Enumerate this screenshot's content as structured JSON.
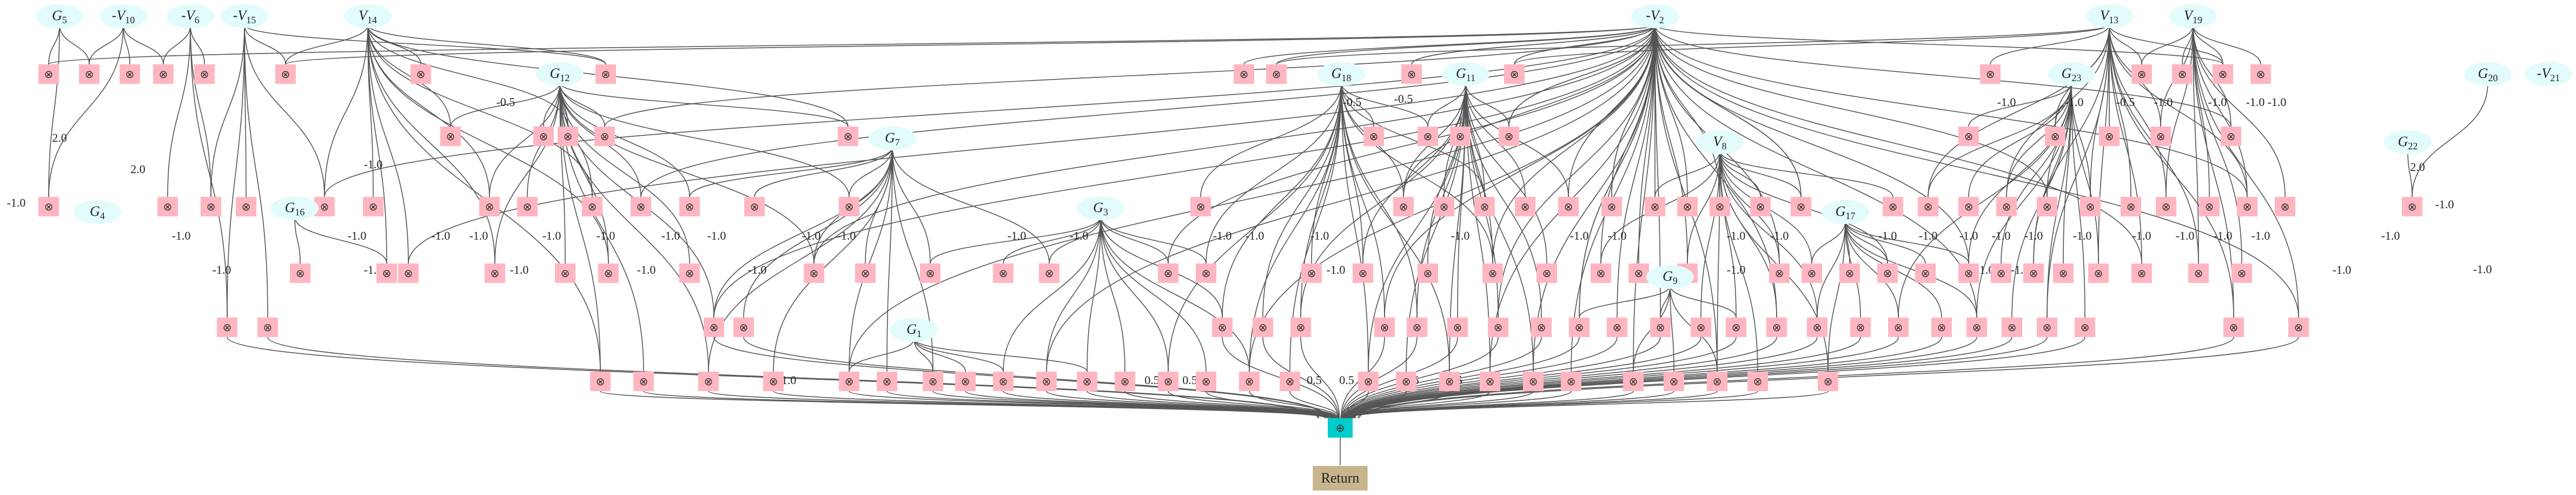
{
  "colors": {
    "variable_node": "#e2fbfb",
    "operator_node": "#ffb6c1",
    "sink_node": "#00cccc",
    "return_node": "#c8b58d",
    "edge": "#555555"
  },
  "operator_symbol": "⊗",
  "sink_symbol": "⊕",
  "return_label": "Return",
  "variables": [
    {
      "id": "G5",
      "sign": "",
      "base": "G",
      "sub": "5"
    },
    {
      "id": "V10",
      "sign": "-",
      "base": "V",
      "sub": "10"
    },
    {
      "id": "V6",
      "sign": "-",
      "base": "V",
      "sub": "6"
    },
    {
      "id": "V15",
      "sign": "-",
      "base": "V",
      "sub": "15"
    },
    {
      "id": "V14",
      "sign": "",
      "base": "V",
      "sub": "14"
    },
    {
      "id": "V2",
      "sign": "-",
      "base": "V",
      "sub": "2"
    },
    {
      "id": "V13",
      "sign": "",
      "base": "V",
      "sub": "13"
    },
    {
      "id": "V19",
      "sign": "",
      "base": "V",
      "sub": "19"
    },
    {
      "id": "G12",
      "sign": "",
      "base": "G",
      "sub": "12"
    },
    {
      "id": "G18",
      "sign": "",
      "base": "G",
      "sub": "18"
    },
    {
      "id": "G11",
      "sign": "",
      "base": "G",
      "sub": "11"
    },
    {
      "id": "G23",
      "sign": "",
      "base": "G",
      "sub": "23"
    },
    {
      "id": "G20",
      "sign": "",
      "base": "G",
      "sub": "20"
    },
    {
      "id": "V21",
      "sign": "-",
      "base": "V",
      "sub": "21"
    },
    {
      "id": "G7",
      "sign": "",
      "base": "G",
      "sub": "7"
    },
    {
      "id": "V8",
      "sign": "",
      "base": "V",
      "sub": "8"
    },
    {
      "id": "G22",
      "sign": "",
      "base": "G",
      "sub": "22"
    },
    {
      "id": "G4",
      "sign": "",
      "base": "G",
      "sub": "4"
    },
    {
      "id": "G16",
      "sign": "",
      "base": "G",
      "sub": "16"
    },
    {
      "id": "G3",
      "sign": "",
      "base": "G",
      "sub": "3"
    },
    {
      "id": "G17",
      "sign": "",
      "base": "G",
      "sub": "17"
    },
    {
      "id": "G9",
      "sign": "",
      "base": "G",
      "sub": "9"
    },
    {
      "id": "G1",
      "sign": "",
      "base": "G",
      "sub": "1"
    }
  ],
  "edge_labels": [
    "2.0",
    "2.0",
    "-0.5",
    "-0.5",
    "-0.5",
    "-1.0",
    "-1.0",
    "-1.0",
    "-0.5",
    "-1.0",
    "-1.0",
    "-1.0",
    "2.0",
    "-1.0",
    "-1.0",
    "-1.0",
    "-1.0",
    "-1.0",
    "-1.0",
    "-1.0",
    "-1.0",
    "-1.0",
    "-1.0",
    "-1.0",
    "-1.0",
    "-1.0",
    "-1.0",
    "-1.0",
    "-1.0",
    "-1.0",
    "-1.0",
    "-1.0",
    "-1.0",
    "-1.0",
    "-1.0",
    "-1.0",
    "-1.0",
    "-1.0",
    "-1.0",
    "-1.0",
    "-1.0",
    "-1.0",
    "-1.0",
    "-1.0",
    "-1.0",
    "-1.0",
    "-1.0",
    "-1.0",
    "-1.0",
    "-1.0",
    "-1.0",
    "-1.0",
    "-1.0",
    "-1.0",
    "-1.0",
    "-1.0",
    "-1.0",
    "-1.0",
    "-1.0",
    "0.5",
    "0.5",
    "0.5",
    "0.5",
    "0.5",
    "0.5",
    "0.5",
    "0.5"
  ]
}
